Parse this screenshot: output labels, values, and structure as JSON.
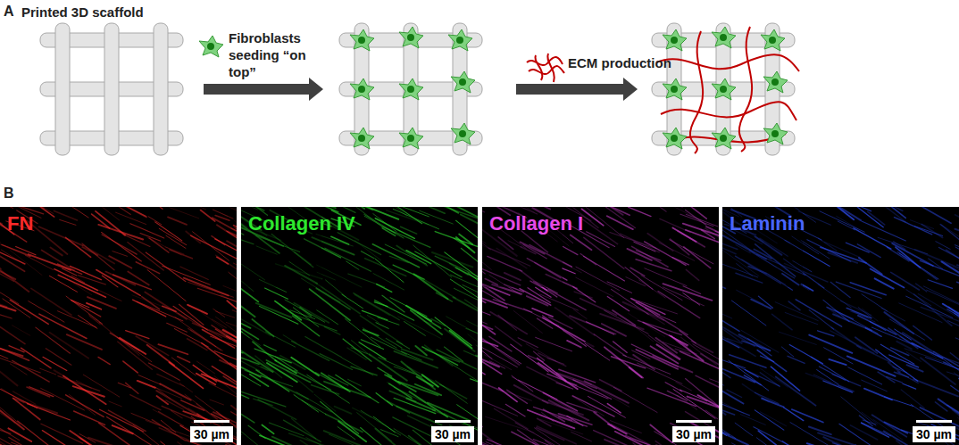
{
  "diagram": {
    "nodes": [
      {
        "text": [
          "FN",
          "30 µm"
        ]
      },
      {
        "text": [
          "Collagen IV",
          "30 µm"
        ]
      },
      {
        "text": [
          "Collagen I",
          "30 µm"
        ]
      },
      {
        "text": [
          "Laminin",
          "30 µm"
        ]
      }
    ],
    "labels": [
      "A",
      "Printed 3D scaffold",
      "Fibroblasts seeding “on top”",
      "ECM production",
      "B"
    ]
  }
}
